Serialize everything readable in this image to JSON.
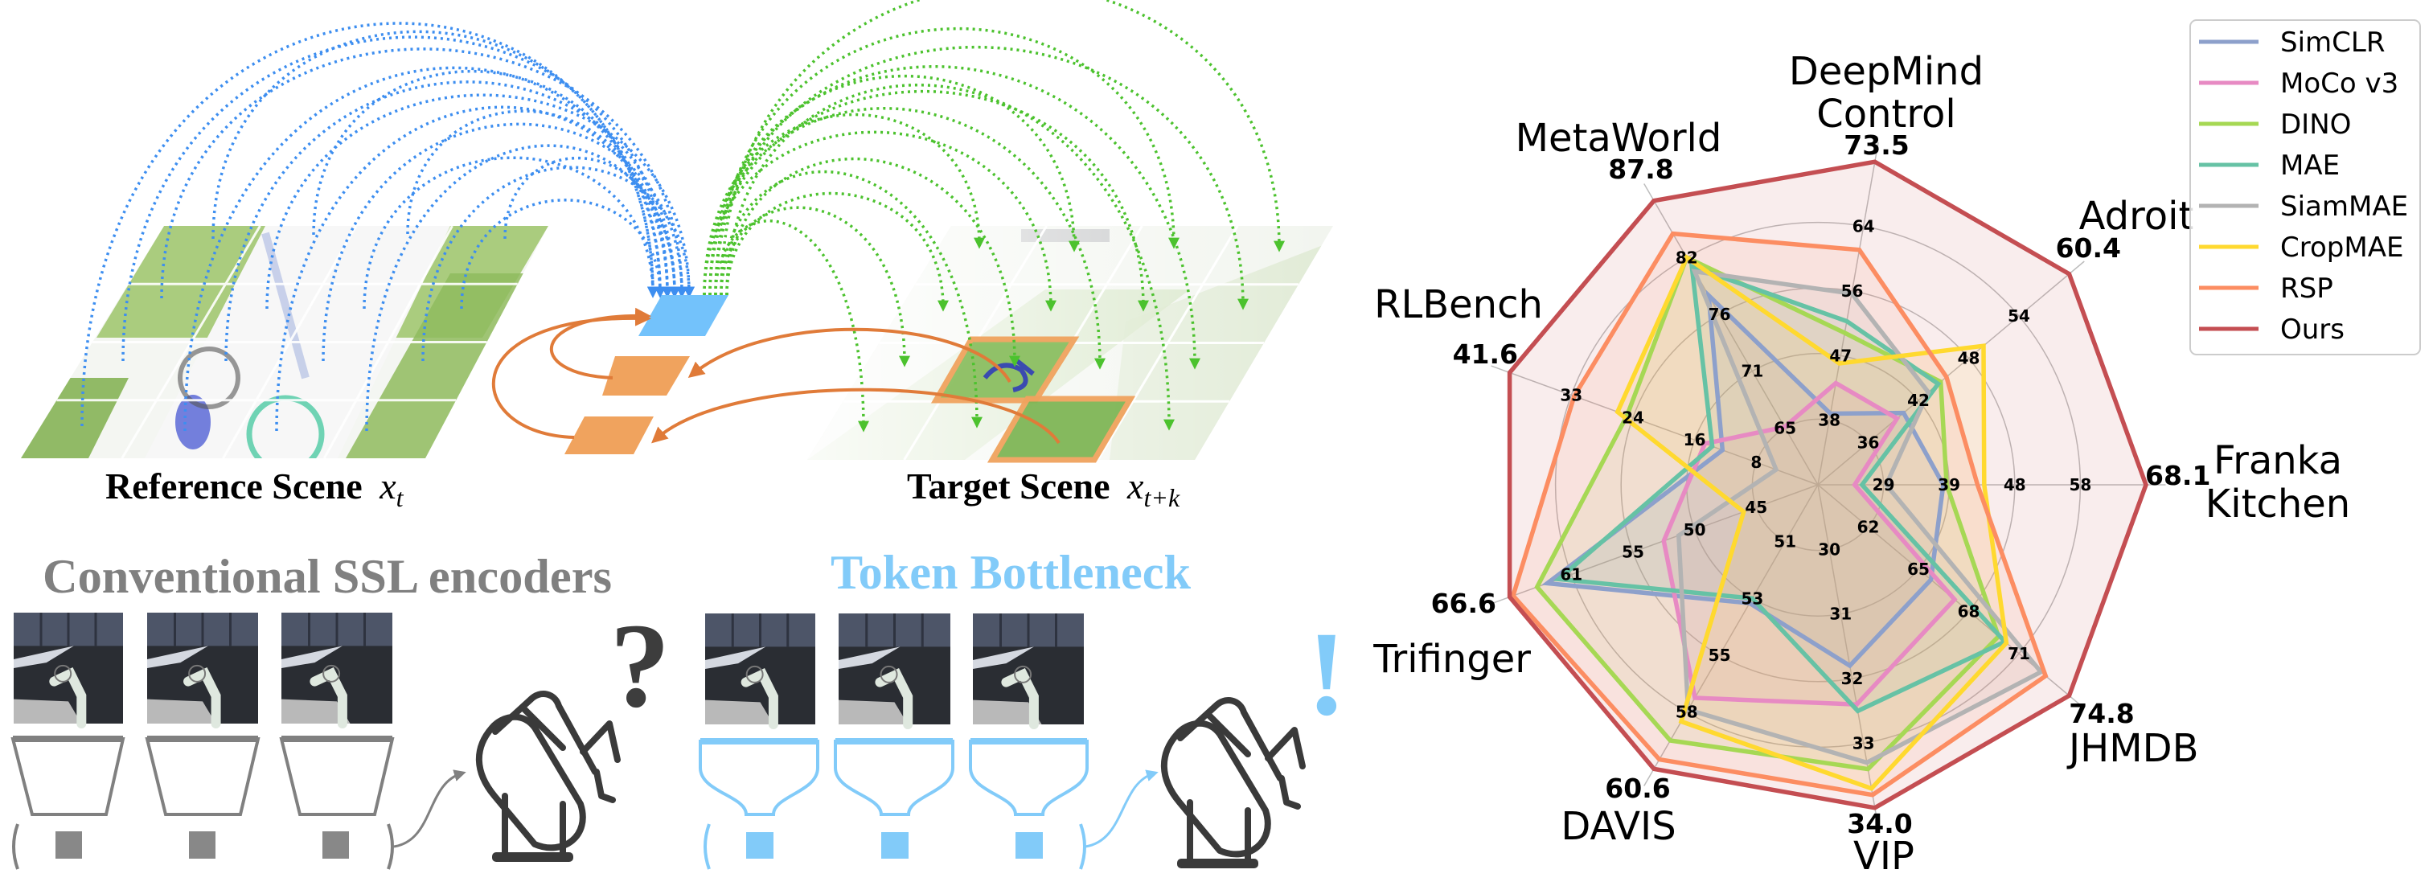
{
  "diagram": {
    "reference_label": "Reference Scene",
    "reference_var": "x",
    "reference_sub": "t",
    "target_label": "Target Scene",
    "target_var": "x",
    "target_sub": "t+k",
    "conventional_title": "Conventional SSL encoders",
    "token_title": "Token Bottleneck",
    "question_mark": "?",
    "exclamation_mark": "!",
    "colors": {
      "reference_arcs": "#3d8ef0",
      "target_arcs": "#4cc22e",
      "token": "#73c2fb",
      "orange_tokens": "#f0a35e",
      "orange_arrows": "#e07b39",
      "conventional": "#808080",
      "bottleneck": "#82cbf9",
      "robot": "#3a3a3a"
    }
  },
  "chart_data": {
    "type": "radar",
    "grid": true,
    "legend": "top-right",
    "axes": [
      {
        "name_lines": [
          "Franka",
          "Kitchen"
        ],
        "ticks": [
          29,
          39,
          48,
          58
        ],
        "max_label": "68.1"
      },
      {
        "name_lines": [
          "Adroit"
        ],
        "ticks": [
          36,
          42,
          48,
          54
        ],
        "max_label": "60.4"
      },
      {
        "name_lines": [
          "DeepMind",
          "Control"
        ],
        "ticks": [
          38,
          47,
          56,
          64
        ],
        "max_label": "73.5"
      },
      {
        "name_lines": [
          "MetaWorld"
        ],
        "ticks": [
          65,
          71,
          76,
          82
        ],
        "max_label": "87.8"
      },
      {
        "name_lines": [
          "RLBench"
        ],
        "ticks": [
          8,
          16,
          24,
          33
        ],
        "max_label": "41.6"
      },
      {
        "name_lines": [
          "Trifinger"
        ],
        "ticks": [
          45,
          50,
          55,
          61
        ],
        "max_label": "66.6"
      },
      {
        "name_lines": [
          "DAVIS"
        ],
        "ticks": [
          51,
          53,
          55,
          58
        ],
        "max_label": "60.6"
      },
      {
        "name_lines": [
          "VIP"
        ],
        "ticks": [
          30,
          31,
          32,
          33
        ],
        "max_label": "34.0"
      },
      {
        "name_lines": [
          "JHMDB"
        ],
        "ticks": [
          62,
          65,
          68,
          71
        ],
        "max_label": "74.8"
      }
    ],
    "series": [
      {
        "name": "SimCLR",
        "color": "#8da0cb",
        "values": [
          37.9,
          40.3,
          38.9,
          78.3,
          12.6,
          63.3,
          53.6,
          31.8,
          66.0
        ]
      },
      {
        "name": "MoCo v3",
        "color": "#e78ac3",
        "values": [
          24.7,
          39.5,
          43.1,
          65.1,
          15.0,
          53.1,
          57.6,
          32.4,
          67.5
        ]
      },
      {
        "name": "DINO",
        "color": "#a6d854",
        "values": [
          38.4,
          44.8,
          50.0,
          82.1,
          25.6,
          64.2,
          59.4,
          33.4,
          70.3
        ]
      },
      {
        "name": "MAE",
        "color": "#66c2a5",
        "values": [
          25.8,
          44.5,
          51.6,
          81.2,
          14.0,
          62.3,
          53.4,
          32.5,
          70.7
        ]
      },
      {
        "name": "SiamMAE",
        "color": "#b3b3b3",
        "values": [
          29.4,
          43.3,
          55.4,
          80.7,
          5.3,
          51.8,
          58.1,
          33.3,
          73.0
        ]
      },
      {
        "name": "CropMAE",
        "color": "#ffd92f",
        "values": [
          44.0,
          50.0,
          45.8,
          82.1,
          26.9,
          46.1,
          58.6,
          33.7,
          70.8
        ]
      },
      {
        "name": "RSP",
        "color": "#fc8d62",
        "values": [
          43.0,
          45.5,
          61.4,
          84.5,
          32.8,
          66.3,
          60.2,
          33.8,
          73.3
        ]
      },
      {
        "name": "Ours",
        "color": "#c44e52",
        "values": [
          68.1,
          60.4,
          73.5,
          87.8,
          41.6,
          66.6,
          60.6,
          34.0,
          74.8
        ]
      }
    ]
  }
}
